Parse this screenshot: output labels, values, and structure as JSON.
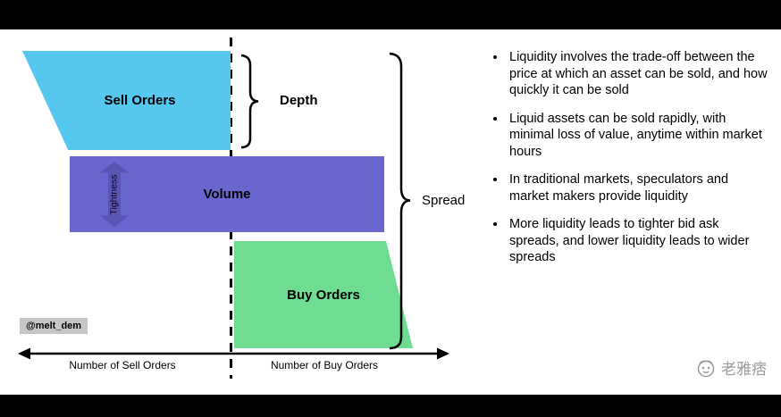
{
  "diagram": {
    "sell_label": "Sell Orders",
    "volume_label": "Volume",
    "buy_label": "Buy Orders",
    "tightness_label": "Tightness",
    "depth_label": "Depth",
    "spread_label": "Spread",
    "axis_left_label": "Number of Sell Orders",
    "axis_right_label": "Number of Buy Orders",
    "watermark": "@melt_dem",
    "colors": {
      "sell": "#56c8ef",
      "volume": "#6a66cf",
      "tightness_arrow": "#5a54b4",
      "buy": "#6edc91"
    }
  },
  "bullets": [
    "Liquidity involves the trade-off between the price at which an asset can be sold, and how quickly it can be sold",
    "Liquid assets can be sold rapidly, with minimal loss of value, anytime within market hours",
    "In traditional markets, speculators and market makers provide liquidity",
    "More liquidity leads to tighter bid ask spreads, and lower liquidity leads to wider spreads"
  ],
  "branding": {
    "watermark_cn": "老雅痞"
  }
}
